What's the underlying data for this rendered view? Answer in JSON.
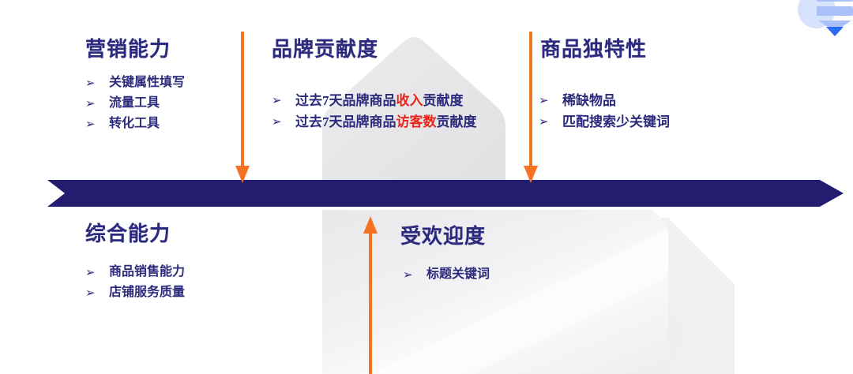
{
  "meta": {
    "colors": {
      "navy": "#241c6e",
      "heading_navy": "#2b2a7c",
      "orange": "#f57222",
      "highlight_red": "#e8251b",
      "shape_gray": "#e6e6e8",
      "icon_blue": "#adc2f7",
      "icon_blue_deep": "#2a6df0",
      "background": "#ffffff"
    }
  },
  "timeline": {
    "name": "horizontal-progress-arrow",
    "direction": "left-to-right",
    "color": "#241c6e"
  },
  "corner_icon": {
    "name": "layered-funnel-icon",
    "color": "#adc2f7"
  },
  "connectors": [
    {
      "id": "connector-1",
      "direction": "down",
      "color": "#f57222",
      "links": "marketing-capability"
    },
    {
      "id": "connector-2",
      "direction": "down",
      "color": "#f57222",
      "links": "product-uniqueness"
    },
    {
      "id": "connector-3",
      "direction": "up",
      "color": "#f57222",
      "links": "popularity"
    }
  ],
  "blocks": {
    "marketing": {
      "title": "营销能力",
      "bullet_mark": "➢",
      "items": [
        {
          "text": "关键属性填写"
        },
        {
          "text": "流量工具"
        },
        {
          "text": "转化工具"
        }
      ]
    },
    "brand": {
      "title": "品牌贡献度",
      "bullet_mark": "➢",
      "items": [
        {
          "prefix": "过去7天品牌商品",
          "highlight": "收入",
          "suffix": "贡献度"
        },
        {
          "prefix": "过去7天品牌商品",
          "highlight": "访客数",
          "suffix": "贡献度"
        }
      ]
    },
    "uniqueness": {
      "title": "商品独特性",
      "bullet_mark": "➢",
      "items": [
        {
          "text": "稀缺物品"
        },
        {
          "text": "匹配搜索少关键词"
        }
      ]
    },
    "overall": {
      "title": "综合能力",
      "bullet_mark": "➢",
      "items": [
        {
          "text": "商品销售能力"
        },
        {
          "text": "店铺服务质量"
        }
      ]
    },
    "popularity": {
      "title": "受欢迎度",
      "bullet_mark": "➢",
      "items": [
        {
          "text": "标题关键词"
        }
      ]
    }
  }
}
